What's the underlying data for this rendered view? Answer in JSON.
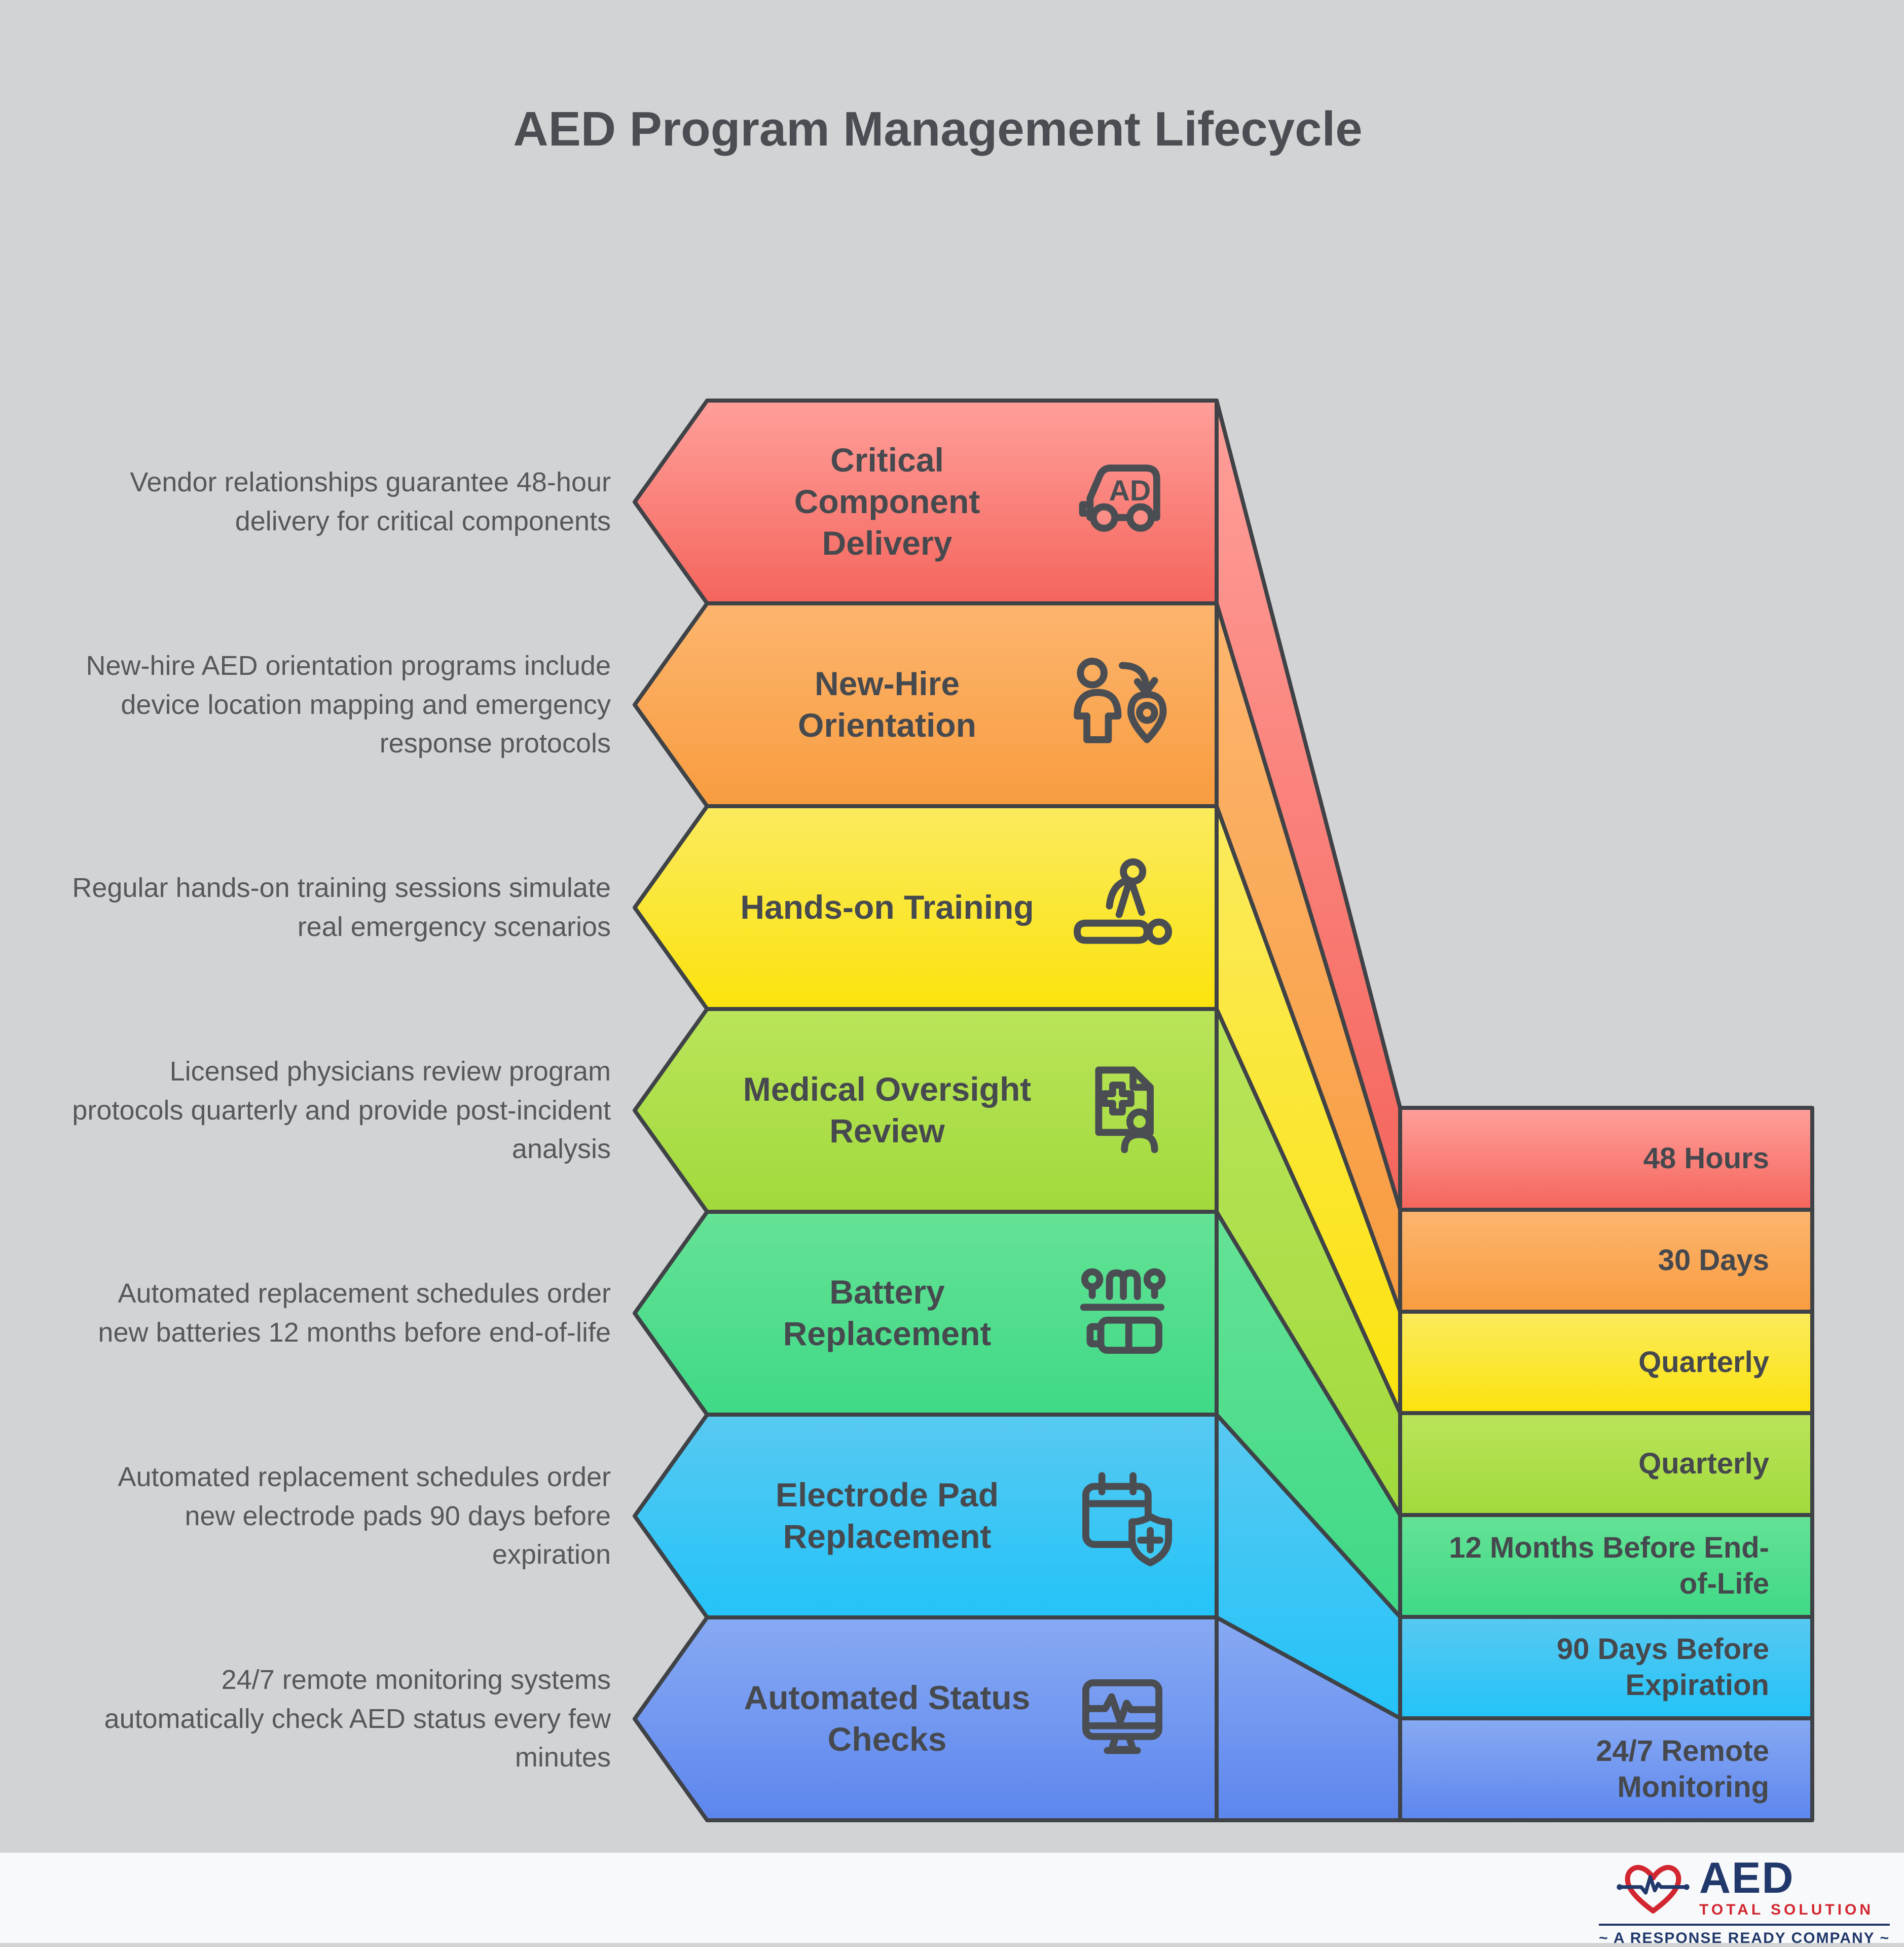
{
  "title": "AED Program Management Lifecycle",
  "stages": [
    {
      "label_lines": [
        "Critical",
        "Component",
        "Delivery"
      ],
      "description": "Vendor relationships guarantee 48-hour delivery for critical components",
      "timing": "48 Hours",
      "icon": "delivery-truck-icon",
      "truck_text": "AD",
      "color_top": "#ff9f9a",
      "color_bottom": "#f4655c"
    },
    {
      "label_lines": [
        "New-Hire",
        "Orientation"
      ],
      "description": "New-hire AED orientation programs include device location mapping and emergency response protocols",
      "timing": "30 Days",
      "icon": "person-location-icon",
      "color_top": "#fcb56e",
      "color_bottom": "#f89c3f"
    },
    {
      "label_lines": [
        "Hands-on Training"
      ],
      "description": "Regular hands-on training sessions simulate real emergency scenarios",
      "timing": "Quarterly",
      "icon": "cpr-training-icon",
      "color_top": "#fbea5e",
      "color_bottom": "#fbe30d"
    },
    {
      "label_lines": [
        "Medical Oversight",
        "Review"
      ],
      "description": "Licensed physicians review program protocols quarterly and provide post-incident analysis",
      "timing": "Quarterly",
      "icon": "medical-document-icon",
      "color_top": "#bae45a",
      "color_bottom": "#a1da3c"
    },
    {
      "label_lines": [
        "Battery",
        "Replacement"
      ],
      "description": "Automated replacement schedules order new batteries 12 months before end-of-life",
      "timing": "12 Months Before End-of-Life",
      "icon": "battery-meter-icon",
      "color_top": "#65e295",
      "color_bottom": "#3fd986"
    },
    {
      "label_lines": [
        "Electrode Pad",
        "Replacement"
      ],
      "description": "Automated replacement schedules order new electrode pads 90 days before expiration",
      "timing": "90 Days Before Expiration",
      "icon": "calendar-shield-icon",
      "color_top": "#58c9f1",
      "color_bottom": "#23c3f8"
    },
    {
      "label_lines": [
        "Automated Status",
        "Checks"
      ],
      "description": "24/7 remote monitoring systems automatically check AED status every few minutes",
      "timing": "24/7 Remote Monitoring",
      "icon": "monitor-ecg-icon",
      "color_top": "#87aaf3",
      "color_bottom": "#5d86ee"
    }
  ],
  "colors": {
    "background": "#d2d3d4",
    "footer_background": "#f7f9fa",
    "outline": "#3f4347",
    "text": "#46494e",
    "logo_navy": "#21386b",
    "logo_red": "#d22630"
  },
  "logo": {
    "name": "AED",
    "tagline": "TOTAL SOLUTION",
    "subtitle": "~ A RESPONSE READY COMPANY ~"
  }
}
